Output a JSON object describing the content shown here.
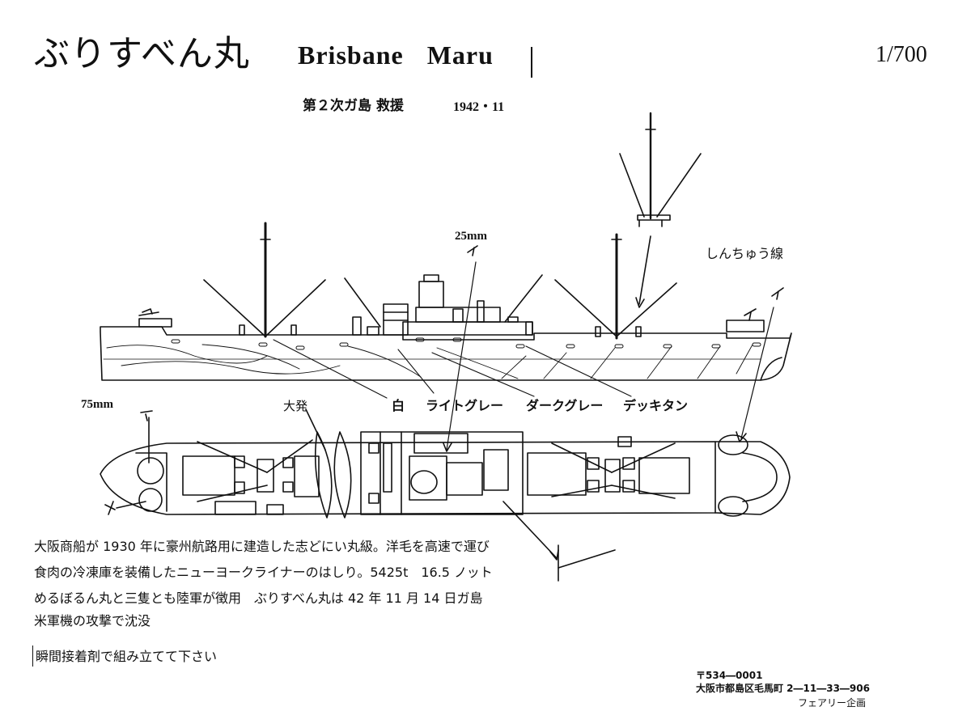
{
  "title": {
    "japanese": "ぶりすべん丸",
    "english": "Brisbane Maru",
    "scale": "1/700"
  },
  "subtitle": {
    "operation": "第２次ガ島 救援",
    "date": "1942・11"
  },
  "labels": {
    "gun_25mm": "25mm",
    "gun_75mm": "75mm",
    "boot_topping": "しんちゅう線",
    "daihatsu": "大発",
    "colors": {
      "white": "白",
      "light_gray": "ライトグレー",
      "dark_gray": "ダークグレー",
      "deck_tan": "デッキタン"
    }
  },
  "description": [
    "大阪商船が 1930 年に豪州航路用に建造した志どにい丸級。洋毛を高速で運び",
    "食肉の冷凍庫を装備したニューヨークライナーのはしり。5425t　16.5 ノット",
    "めるぼるん丸と三隻とも陸軍が徴用　ぶりすべん丸は 42 年 11 月 14 日ガ島",
    "米軍機の攻撃で沈没"
  ],
  "note": "瞬間接着剤で組み立てて下さい",
  "publisher": {
    "postal": "〒534―0001",
    "address": "大阪市都島区毛馬町 2―11―33―906",
    "name": "フェアリー企画"
  }
}
